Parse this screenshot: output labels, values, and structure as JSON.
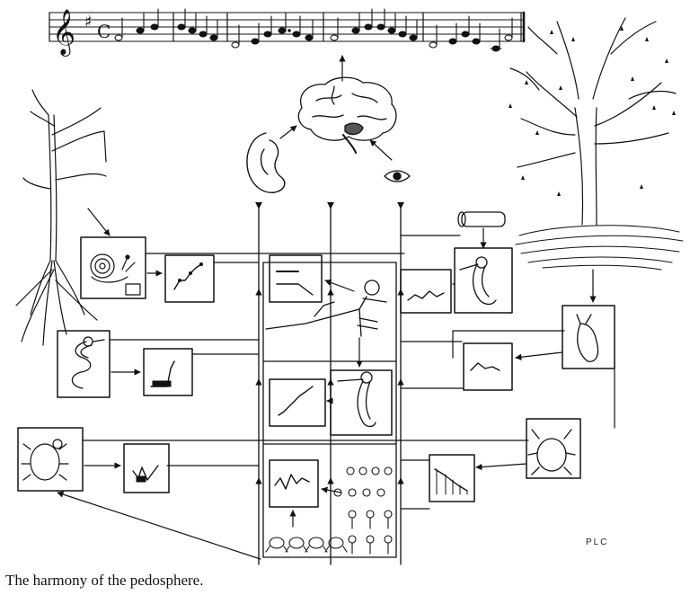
{
  "figure": {
    "caption": "The harmony of the pedosphere.",
    "signature": "PLC"
  },
  "score": {
    "clef": "treble",
    "key_signature": "sharp",
    "time_signature": "C"
  },
  "icons": [
    "treble-clef-icon",
    "brain-icon",
    "ear-icon",
    "eye-icon",
    "grass-plant-icon",
    "tree-icon",
    "log-icon",
    "snail-icon",
    "snake-icon",
    "skeleton-icon",
    "worm-icon",
    "beetle-icon",
    "mite-icon",
    "springtail-icon",
    "nematode-icon"
  ],
  "colors": {
    "ink": "#111111",
    "paper": "#ffffff"
  }
}
